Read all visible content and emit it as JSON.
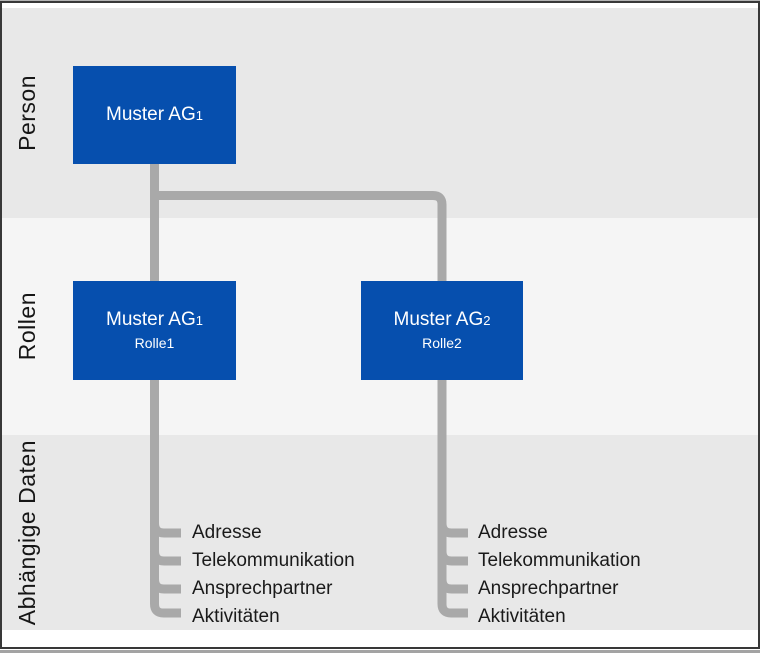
{
  "diagram": {
    "bands": {
      "person": "Person",
      "rollen": "Rollen",
      "daten": "Abhängige Daten"
    },
    "boxes": {
      "person": {
        "name": "Muster AG",
        "index": "1"
      },
      "role1": {
        "name": "Muster AG",
        "index": "1",
        "role": "Rolle1"
      },
      "role2": {
        "name": "Muster AG",
        "index": "2",
        "role": "Rolle2"
      }
    },
    "dependent_lists": {
      "left": {
        "items": [
          "Adresse",
          "Telekommunikation",
          "Ansprechpartner",
          "Aktivitäten"
        ]
      },
      "right": {
        "items": [
          "Adresse",
          "Telekommunikation",
          "Ansprechpartner",
          "Aktivitäten"
        ]
      }
    },
    "colors": {
      "box_blue": "#064fae",
      "connector_gray": "#a9a9a9",
      "band_dark": "#e8e8e8",
      "band_light": "#f5f5f5",
      "text_dark": "#1a1a1a"
    }
  }
}
